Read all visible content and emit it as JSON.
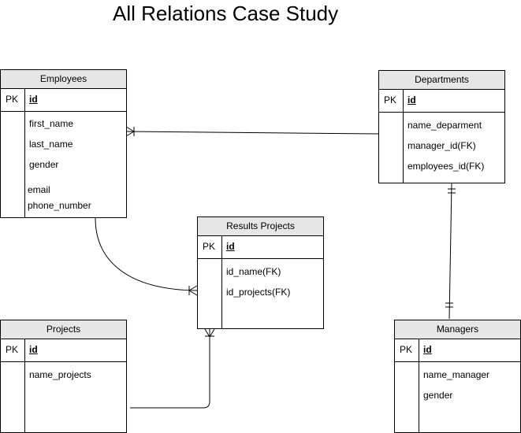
{
  "title": "All Relations Case Study",
  "entities": {
    "employees": {
      "name": "Employees",
      "pk_label": "PK",
      "pk_field": "id",
      "fields": [
        "first_name",
        "last_name",
        "gender",
        "email",
        "phone_number"
      ]
    },
    "departments": {
      "name": "Departments",
      "pk_label": "PK",
      "pk_field": "id",
      "fields": [
        "name_deparment",
        "manager_id(FK)",
        "employees_id(FK)"
      ]
    },
    "results_projects": {
      "name": "Results Projects",
      "pk_label": "PK",
      "pk_field": "id",
      "fields": [
        "id_name(FK)",
        "id_projects(FK)"
      ]
    },
    "projects": {
      "name": "Projects",
      "pk_label": "PK",
      "pk_field": "id",
      "fields": [
        "name_projects"
      ]
    },
    "managers": {
      "name": "Managers",
      "pk_label": "PK",
      "pk_field": "id",
      "fields": [
        "name_manager",
        "gender"
      ]
    }
  },
  "relationships": [
    {
      "from": "departments",
      "to": "employees",
      "cardinality": "one-to-many"
    },
    {
      "from": "departments",
      "to": "managers",
      "cardinality": "one-to-one"
    },
    {
      "from": "employees",
      "to": "results_projects",
      "cardinality": "one-to-many"
    },
    {
      "from": "projects",
      "to": "results_projects",
      "cardinality": "one-to-many"
    }
  ]
}
